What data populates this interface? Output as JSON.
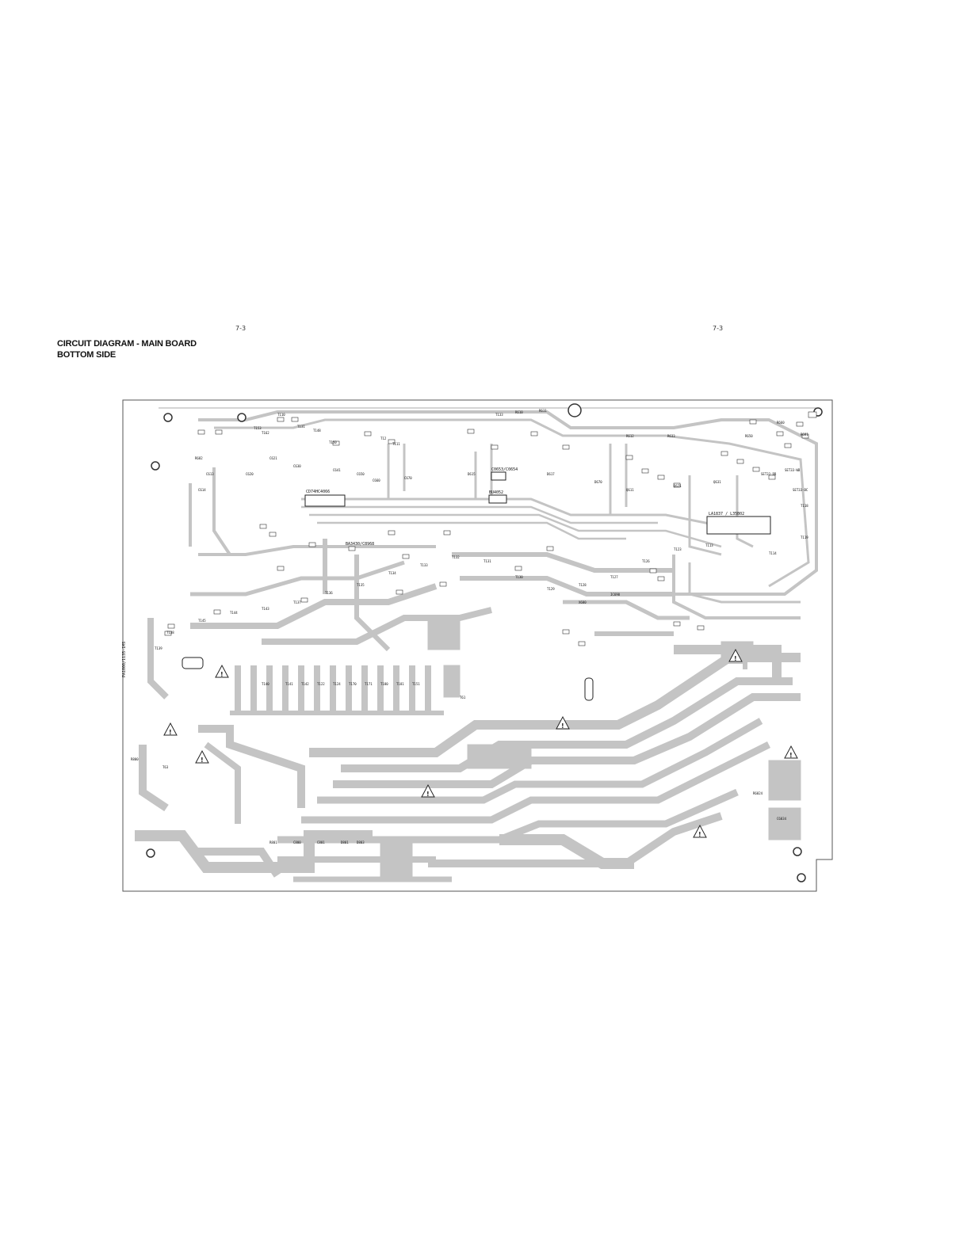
{
  "page": {
    "page_number_left": "7-3",
    "page_number_right": "7-3",
    "title_line1": "CIRCUIT DIAGRAM - MAIN BOARD",
    "title_line2": "BOTTOM SIDE"
  },
  "board": {
    "trace_color": "#c4c4c4",
    "outline_color": "#555555",
    "ic_labels": [
      "CD74HC4066",
      "BA3430/C8968",
      "C0653/C0654",
      "BU4052",
      "LA1837 / L35B02",
      "PA1000/1135-1MS"
    ],
    "component_labels": [
      "T110",
      "T131",
      "T153",
      "T162",
      "T148",
      "T150",
      "T12",
      "T111",
      "T133",
      "R610",
      "R611",
      "R612",
      "R633",
      "R650",
      "R660",
      "R681",
      "R682",
      "C613",
      "C614",
      "C620",
      "C621",
      "C630",
      "C641",
      "C650",
      "C660",
      "C670",
      "D615",
      "D617",
      "D670",
      "Q611",
      "Q621",
      "Q631",
      "SET33-BB",
      "SET33-WB",
      "SET33-BC",
      "T118",
      "T119",
      "T114",
      "T113",
      "T123",
      "T126",
      "T127",
      "T128",
      "T129",
      "T130",
      "T131",
      "T132",
      "T133",
      "T134",
      "T135",
      "T136",
      "T137",
      "T143",
      "T144",
      "T145",
      "T138",
      "T139",
      "T140",
      "T141",
      "T142",
      "T122",
      "T124",
      "T170",
      "T171",
      "T180",
      "T181",
      "T151",
      "T61",
      "T63",
      "R800",
      "R801",
      "C800",
      "C801",
      "D801",
      "D803",
      "R6024",
      "C6034",
      "IC690",
      "X680"
    ]
  }
}
